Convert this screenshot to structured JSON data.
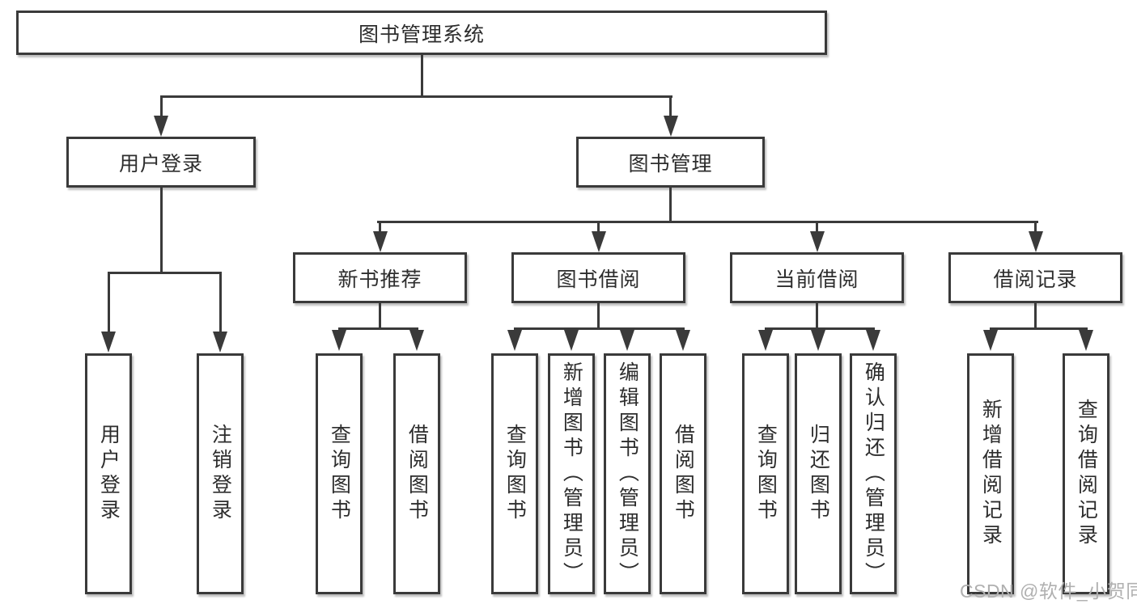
{
  "diagram": {
    "tree": {
      "root": "图书管理系统",
      "branches": [
        {
          "label": "用户登录",
          "children": [
            "用户登录",
            "注销登录"
          ]
        },
        {
          "label": "图书管理",
          "sections": [
            {
              "label": "新书推荐",
              "children": [
                "查询图书",
                "借阅图书"
              ]
            },
            {
              "label": "图书借阅",
              "children": [
                "查询图书",
                "新增图书（管理员）",
                "编辑图书（管理员）",
                "借阅图书"
              ]
            },
            {
              "label": "当前借阅",
              "children": [
                "查询图书",
                "归还图书",
                "确认归还（管理员）"
              ]
            },
            {
              "label": "借阅记录",
              "children": [
                "新增借阅记录",
                "查询借阅记录"
              ]
            }
          ]
        }
      ]
    },
    "colors": {
      "line": "#3a3a3a",
      "text": "#2d2d2d",
      "background": "#ffffff",
      "watermark": "#b0b0b0"
    }
  },
  "watermark": {
    "text": "CSDN @软件_小贺同学"
  }
}
